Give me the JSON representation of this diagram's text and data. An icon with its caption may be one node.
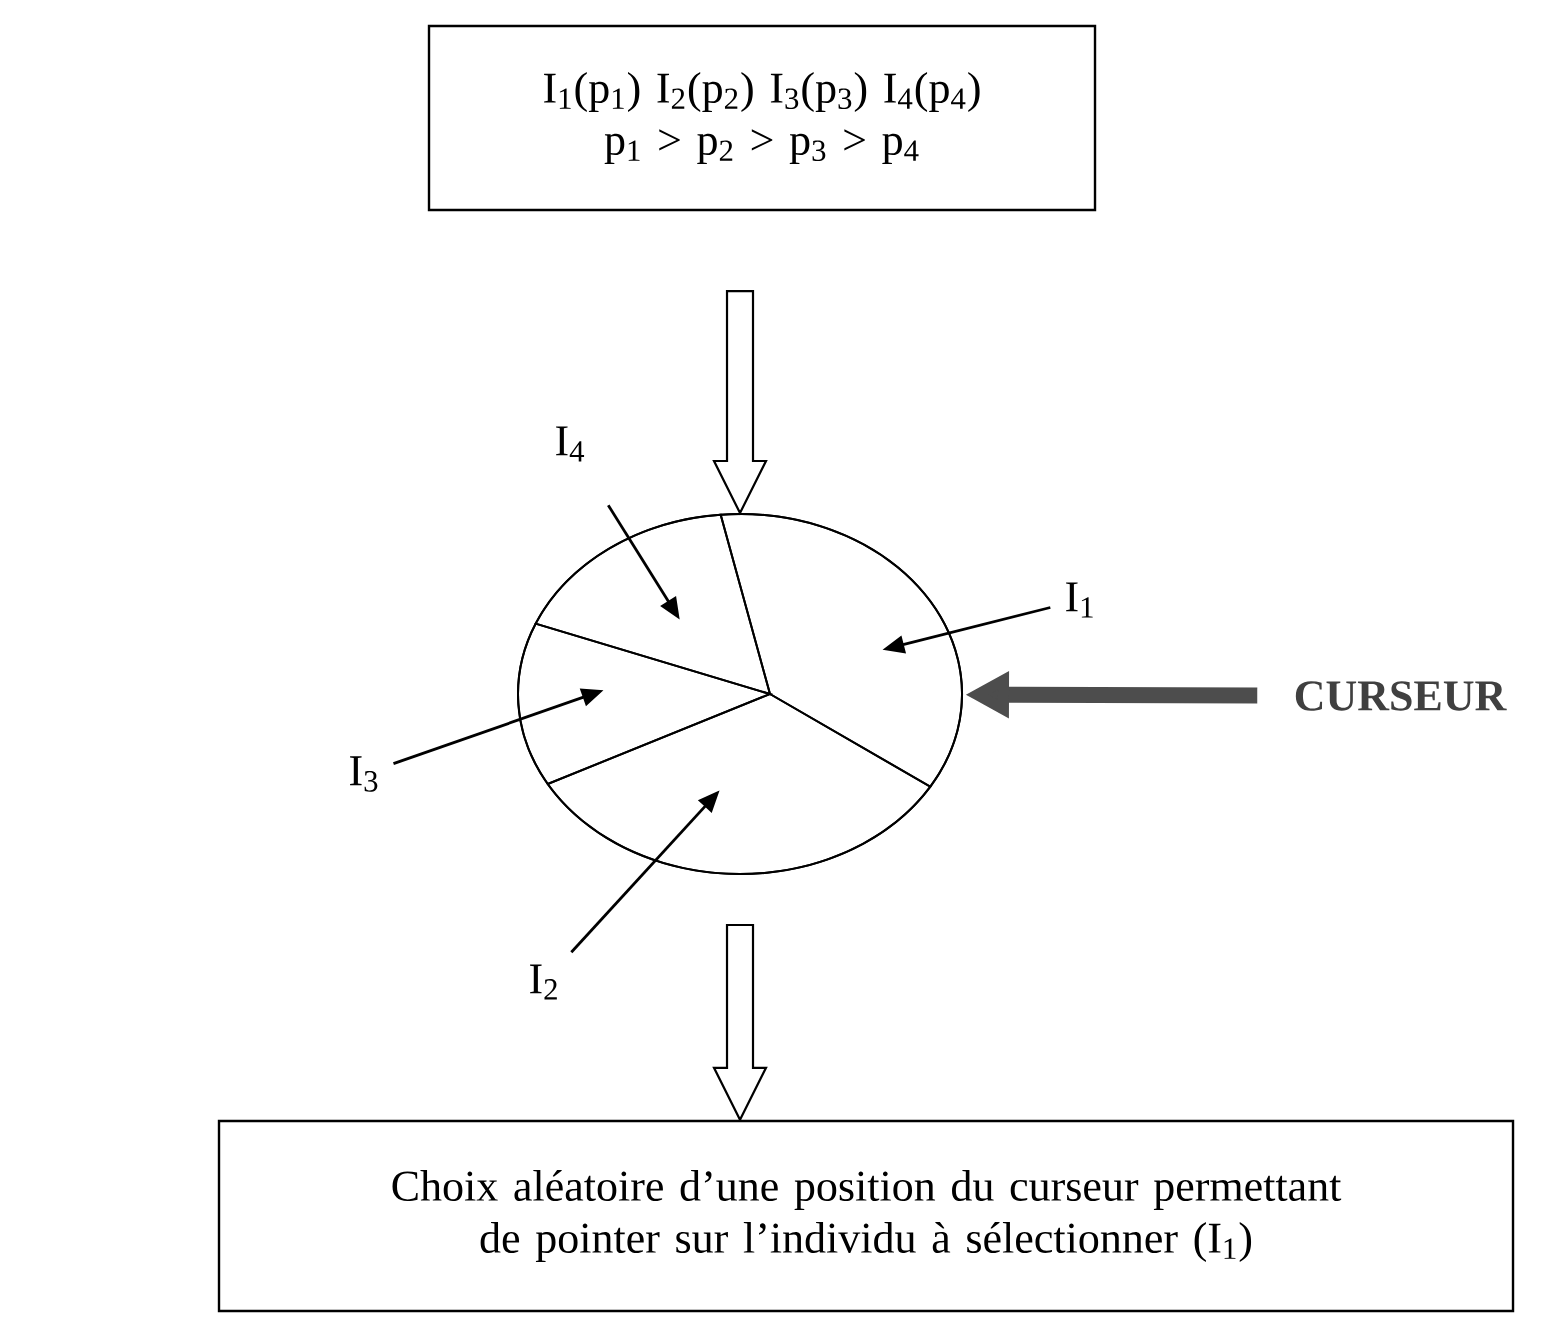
{
  "diagram": {
    "nodes": [
      {
        "text": [
          "I$_{1}$(p$_{1}$) I$_{2}$(p$_{2}$) I$_{3}$(p$_{3}$) I$_{4}$(p$_{4}$)",
          "p$_{1}$ > p$_{2}$ > p$_{3}$ > p$_{4}$"
        ]
      },
      {
        "text": [],
        "shape": "circle"
      },
      {
        "text": [],
        "shape": "sector",
        "in": 1
      },
      {
        "text": [],
        "shape": "sector",
        "in": 1
      },
      {
        "text": [],
        "shape": "sector",
        "in": 1
      },
      {
        "text": [],
        "shape": "sector",
        "in": 1
      },
      {
        "text": [
          "I$_{4}$"
        ]
      },
      {
        "text": [
          "I$_{1}$"
        ]
      },
      {
        "text": [
          "CURSEUR"
        ]
      },
      {
        "text": [
          "I$_{3}$"
        ]
      },
      {
        "text": [
          "I$_{2}$"
        ]
      },
      {
        "text": [
          "Choix aléatoire d’une position du curseur permettant de pointer sur l’individu à sélectionner (I$_{1}$)"
        ]
      }
    ],
    "edges": [
      {
        "from": 0,
        "to": 1,
        "arrow": "to"
      },
      {
        "from": 1,
        "to": 11,
        "arrow": "to"
      },
      {
        "from": 6,
        "to": 2,
        "arrow": "to"
      },
      {
        "from": 7,
        "to": 3,
        "arrow": "to"
      },
      {
        "from": 9,
        "to": 4,
        "arrow": "to"
      },
      {
        "from": 10,
        "to": 5,
        "arrow": "to"
      },
      {
        "from": 8,
        "to": 1,
        "arrow": "to",
        "style": "thick",
        "color": "#4d4d4d"
      }
    ]
  }
}
